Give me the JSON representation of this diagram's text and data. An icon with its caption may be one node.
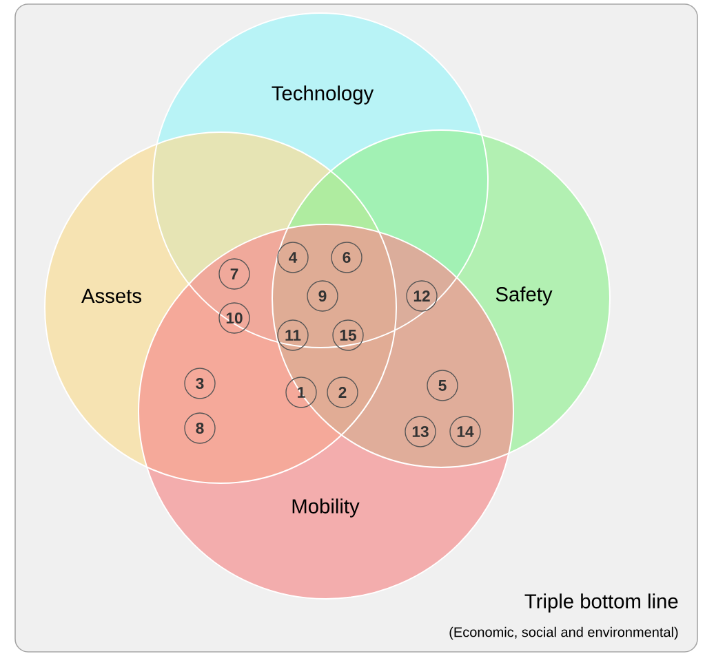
{
  "diagram": {
    "nodes": [
      {
        "text": [
          "Technology"
        ]
      },
      {
        "text": [
          "Assets"
        ]
      },
      {
        "text": [
          "Safety"
        ]
      },
      {
        "text": [
          "Mobility"
        ]
      },
      {
        "text": [
          "4"
        ]
      },
      {
        "text": [
          "6"
        ]
      },
      {
        "text": [
          "7"
        ]
      },
      {
        "text": [
          "9"
        ]
      },
      {
        "text": [
          "12"
        ]
      },
      {
        "text": [
          "10"
        ]
      },
      {
        "text": [
          "11"
        ]
      },
      {
        "text": [
          "15"
        ]
      },
      {
        "text": [
          "3"
        ]
      },
      {
        "text": [
          "5"
        ]
      },
      {
        "text": [
          "1"
        ]
      },
      {
        "text": [
          "2"
        ]
      },
      {
        "text": [
          "8"
        ]
      },
      {
        "text": [
          "13"
        ]
      },
      {
        "text": [
          "14"
        ]
      }
    ],
    "labels": [
      "Triple bottom line",
      "(Economic, social and environmental)"
    ]
  }
}
